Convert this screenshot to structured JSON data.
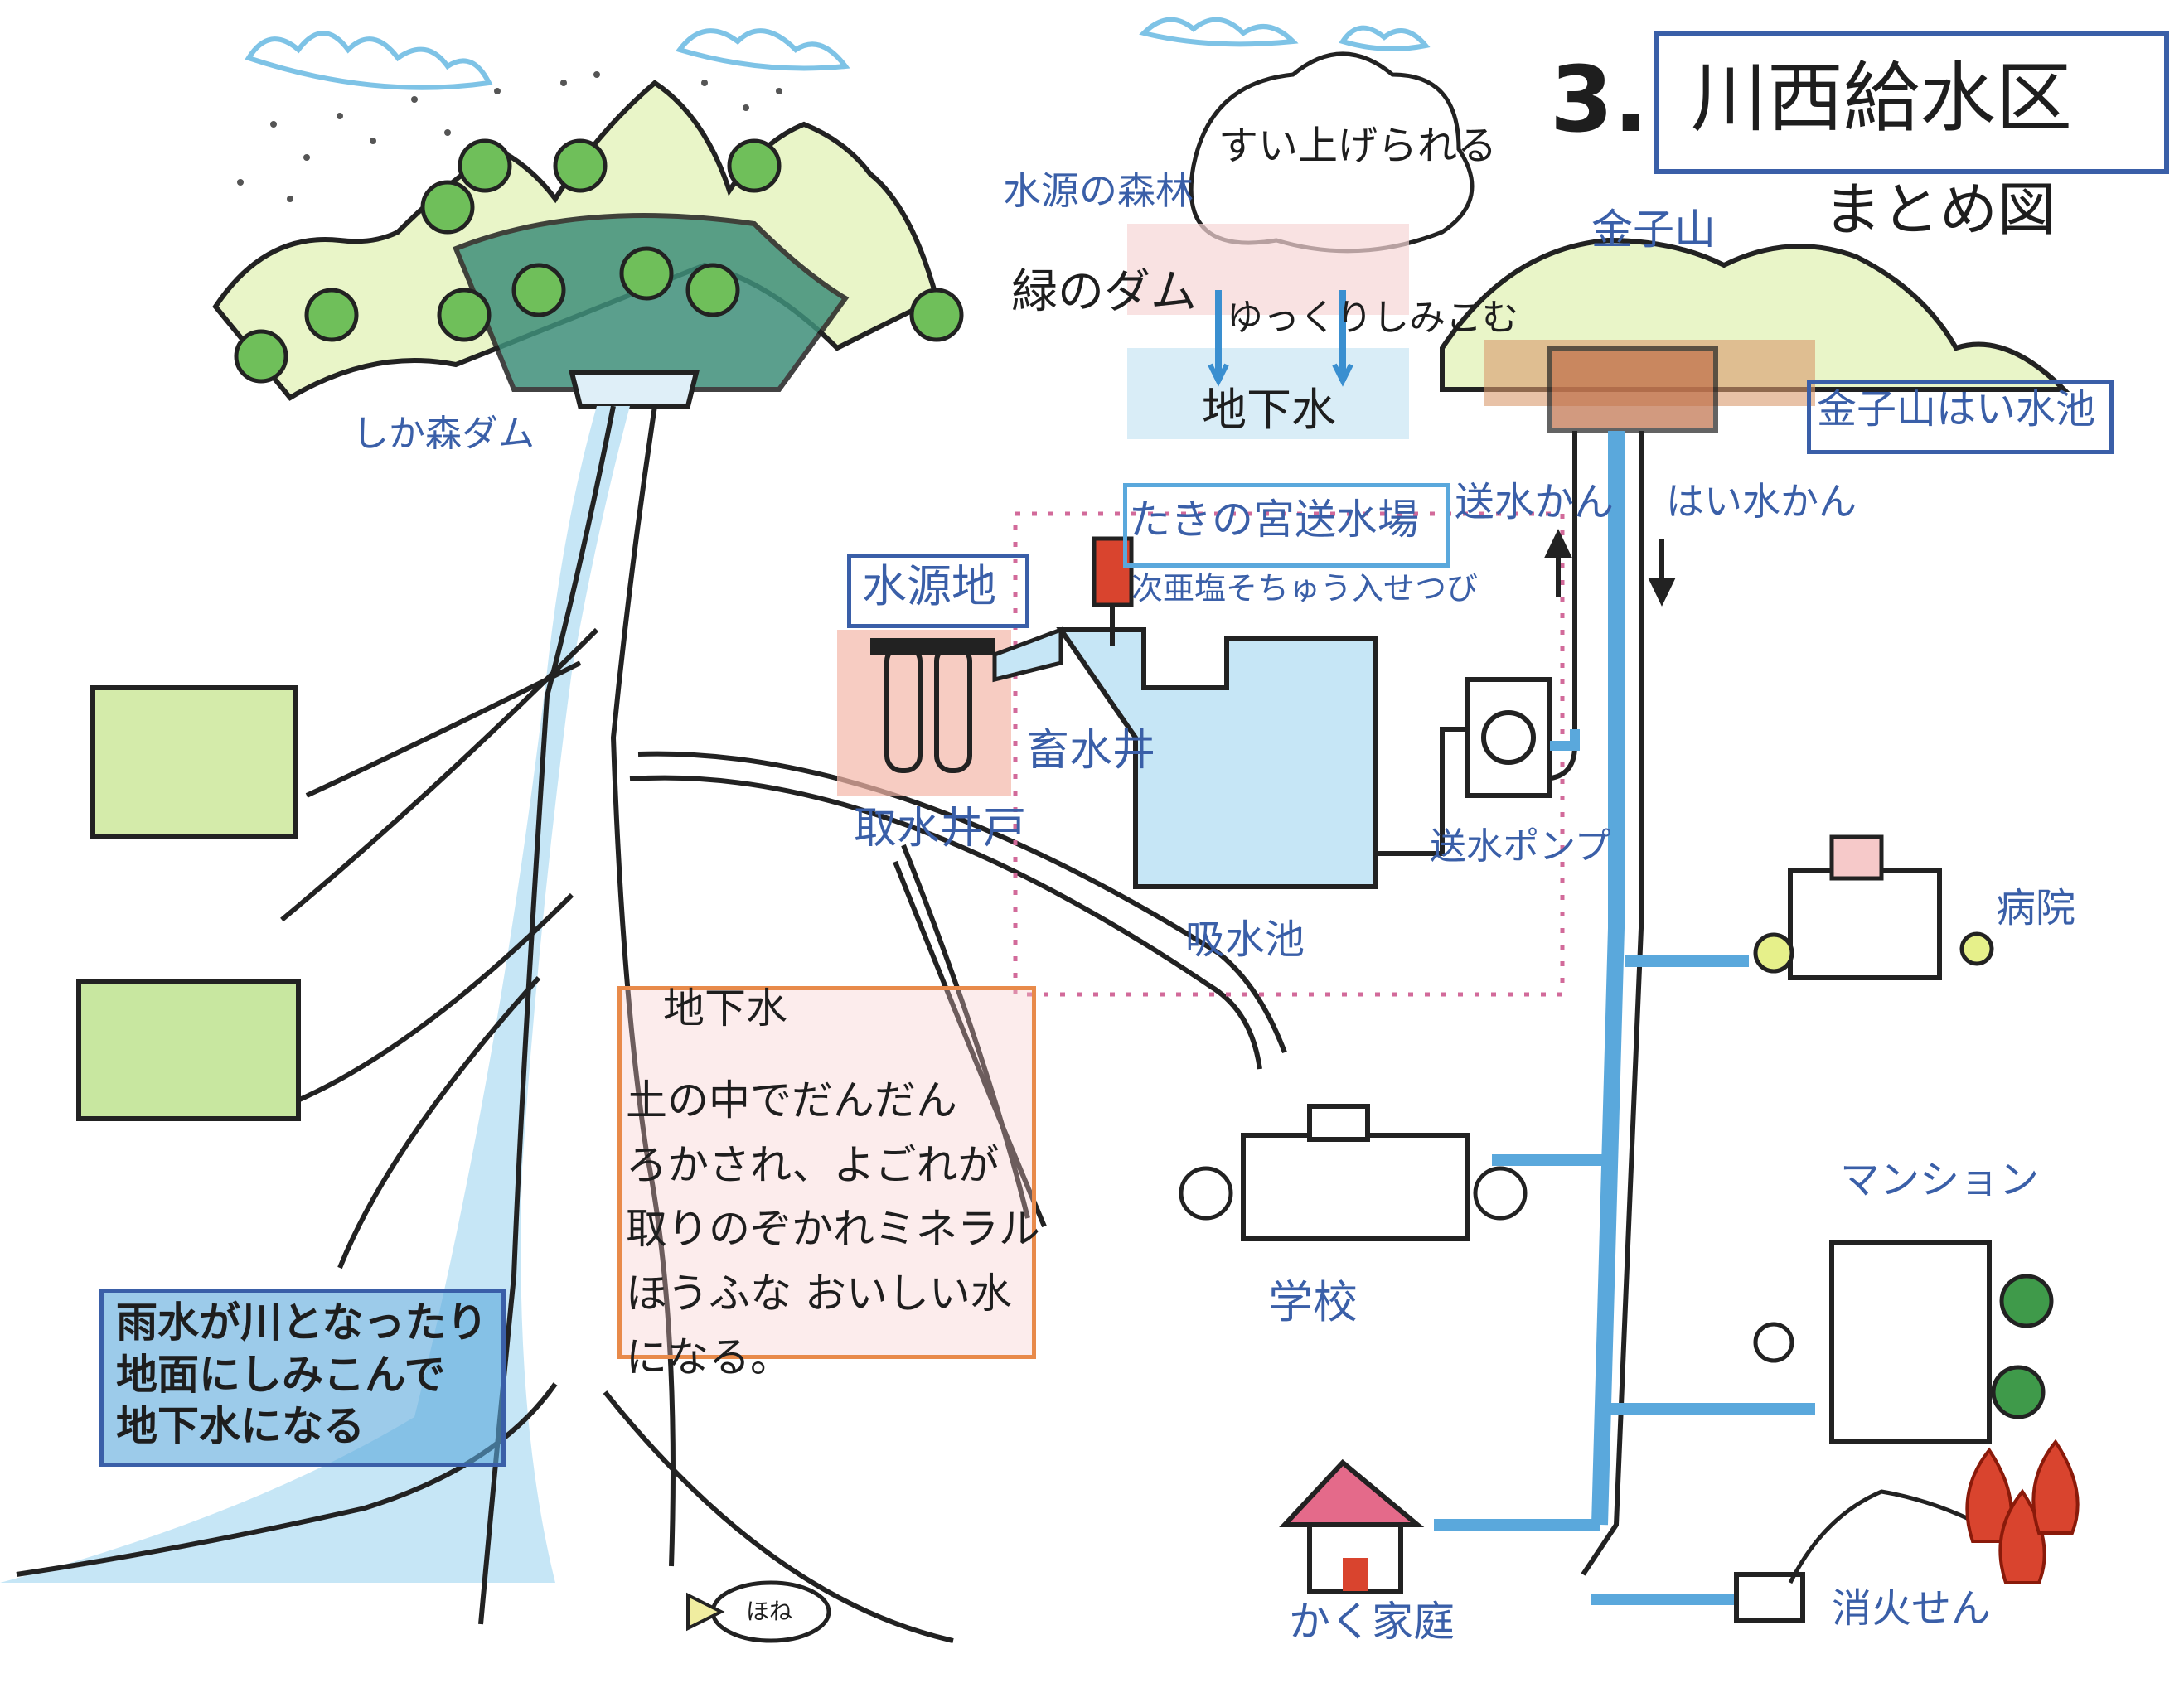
{
  "header": {
    "number": "3.",
    "title": "川西給水区",
    "subtitle": "まとめ図"
  },
  "labels": {
    "suigen_forest": "水源の森林",
    "green_dam": "緑のダム",
    "shikamori_dam": "しか森ダム",
    "suiageru": "すい上げられる",
    "yukkuri": "ゆっくりしみこむ",
    "chikasui_top": "地下水",
    "kanekoyama": "金子山",
    "kanekoyama_pool": "金子山はい水池",
    "sousui_kan": "送水かん",
    "haisui_kan": "はい水かん",
    "takinomiya": "たきの宮送水場",
    "suigenchi": "水源地",
    "jiaen": "次亜塩そちゅう入せつび",
    "chikusuisei": "畜水井",
    "shusui_ido": "取水井戸",
    "sousui_pump": "送水ポンプ",
    "kyusuichi": "吸水池",
    "hospital": "病院",
    "mansion": "マンション",
    "school": "学校",
    "home": "かく家庭",
    "hydrant": "消火せん",
    "fish": "ほね"
  },
  "notes": {
    "groundwater_title": "地下水",
    "groundwater_lines": [
      "土の中でだんだん",
      "ろかされ、よごれが",
      "取りのぞかれミネラル",
      "ほうふな おいしい水",
      "になる。"
    ],
    "rain_lines": [
      "雨水が川となったり",
      "地面にしみこんで",
      "地下水になる"
    ]
  },
  "colors": {
    "label_blue": "#3a5fa8",
    "water_blue": "#7ec3e6",
    "forest_green": "#4f9a4a",
    "soil_brown": "#a0522d",
    "note_orange": "#e88a4a",
    "note_fill_pink": "#f6c9c9",
    "rain_box_fill": "#5aa8dc",
    "fire_red": "#d9442e"
  }
}
